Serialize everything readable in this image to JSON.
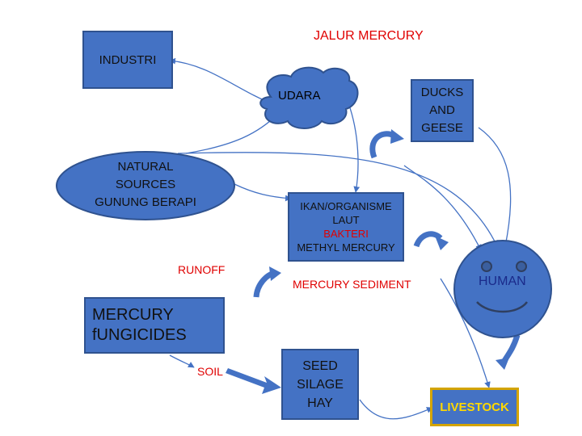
{
  "diagram": {
    "title": "JALUR MERCURY",
    "nodes": {
      "industri": "INDUSTRI",
      "udara": "UDARA",
      "ducks": [
        "DUCKS",
        "AND",
        "GEESE"
      ],
      "natural": [
        "NATURAL",
        "SOURCES",
        "GUNUNG BERAPI"
      ],
      "ikan": {
        "lines": [
          "IKAN/ORGANISME",
          "LAUT"
        ],
        "bakteri": "BAKTERI",
        "methyl": "METHYL MERCURY"
      },
      "runoff": "RUNOFF",
      "mercury_sediment": "MERCURY SEDIMENT",
      "human": "HUMAN",
      "fungicides": [
        "MERCURY",
        "fUNGICIDES"
      ],
      "soil": "SOIL",
      "seed": [
        "SEED",
        "SILAGE",
        "HAY"
      ],
      "livestock": "LIVESTOCK"
    }
  },
  "colors": {
    "box_fill": "#4472c4",
    "box_border": "#2f528f",
    "title_red": "#e00000",
    "bakteri_red": "#e00000",
    "livestock_text": "#ffd800",
    "livestock_border": "#d4a400"
  }
}
